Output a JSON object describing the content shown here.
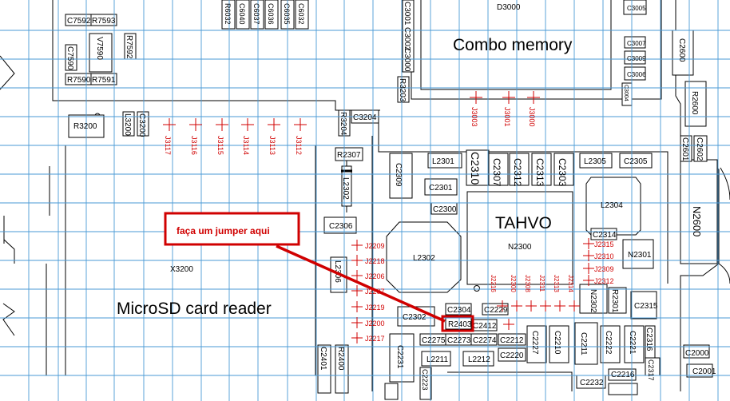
{
  "regions": {
    "memory": "Combo memory",
    "ic": "TAHVO",
    "card_reader": "MicroSD card reader"
  },
  "annotation": {
    "text": "faça um jumper aqui",
    "target": "R2403"
  },
  "designators": {
    "d3000": "D3000",
    "n2300": "N2300",
    "x3200": "X3200",
    "n2600": "N2600",
    "n2301": "N2301",
    "n2302": "N2302",
    "c7592": "C7592",
    "r7593": "R7593",
    "r6032": "R6032",
    "c6040": "C6040",
    "c6037": "C6037",
    "c6036": "C6036",
    "c6035": "C6035",
    "c6032": "C6032",
    "c3001": "C3001",
    "c3002": "C3002",
    "c3000": "C3000",
    "c3005": "C3005",
    "c3007": "C3007",
    "c3009": "C3009",
    "c3006": "C3006",
    "c3004": "C3004",
    "c2600": "C2600",
    "r2600": "R2600",
    "v7590": "V7590",
    "r7592": "R7592",
    "c7590": "C7590",
    "r7590": "R7590",
    "r7591": "R7591",
    "r3203": "R3203",
    "r3200": "R3200",
    "l3200": "L3200",
    "c3200": "C3200",
    "r3204": "R3204",
    "c3204": "C3204",
    "r2307": "R2307",
    "l2302": "L2302",
    "c2306": "C2306",
    "l2306": "L2306",
    "c2309": "C2309",
    "l2301": "L2301",
    "c2301": "C2301",
    "c2310": "C2310",
    "c2307": "C2307",
    "c2312": "C2312",
    "c2313": "C2313",
    "c2303": "C2303",
    "l2305": "L2305",
    "c2305": "C2305",
    "c2601": "C2601",
    "c2602": "C2602",
    "c2300": "C2300",
    "l2302b": "L2302",
    "l2304": "L2304",
    "c2314": "C2314",
    "c2304": "C2304",
    "c2229": "C2229",
    "c2302": "C2302",
    "r2403": "R2403",
    "c2412": "C2412",
    "c2275": "C2275",
    "c2273": "C2273",
    "c2274": "C2274",
    "c2212": "C2212",
    "c2220": "C2220",
    "l2211": "L2211",
    "l2212": "L2212",
    "c2231": "C2231",
    "c2227": "C2227",
    "c2210": "C2210",
    "c2211": "C2211",
    "c2222": "C2222",
    "c2221": "C2221",
    "c2316": "C2316",
    "c2317": "C2317",
    "c2315": "C2315",
    "r2301": "R2301",
    "c2232": "C2232",
    "c2216": "C2216",
    "c2000": "C2000",
    "c2001": "C2001",
    "c2401": "C2401",
    "r2400": "R2400",
    "c2223": "C2223"
  },
  "test_points": {
    "j3117": "J3117",
    "j3116": "J3116",
    "j3115": "J3115",
    "j3114": "J3114",
    "j3113": "J3113",
    "j3112": "J3112",
    "j3003": "J3003",
    "j3001": "J3001",
    "j3000": "J3000",
    "j2209": "J2209",
    "j2218": "J2218",
    "j2206": "J2206",
    "j2207": "J2207",
    "j2219": "J2219",
    "j2200": "J2200",
    "j2217": "J2217",
    "j2315": "J2315",
    "j2310": "J2310",
    "j2309": "J2309",
    "j2312": "J2312",
    "j2216": "J2216",
    "j2300": "J2300",
    "j2308": "J2308",
    "j2311": "J2311",
    "j2313": "J2313",
    "j2314": "J2314"
  },
  "colors": {
    "grid": "#4a9ad6",
    "annotation": "#d00000",
    "testpoint": "#d00000",
    "outline": "#000000"
  }
}
